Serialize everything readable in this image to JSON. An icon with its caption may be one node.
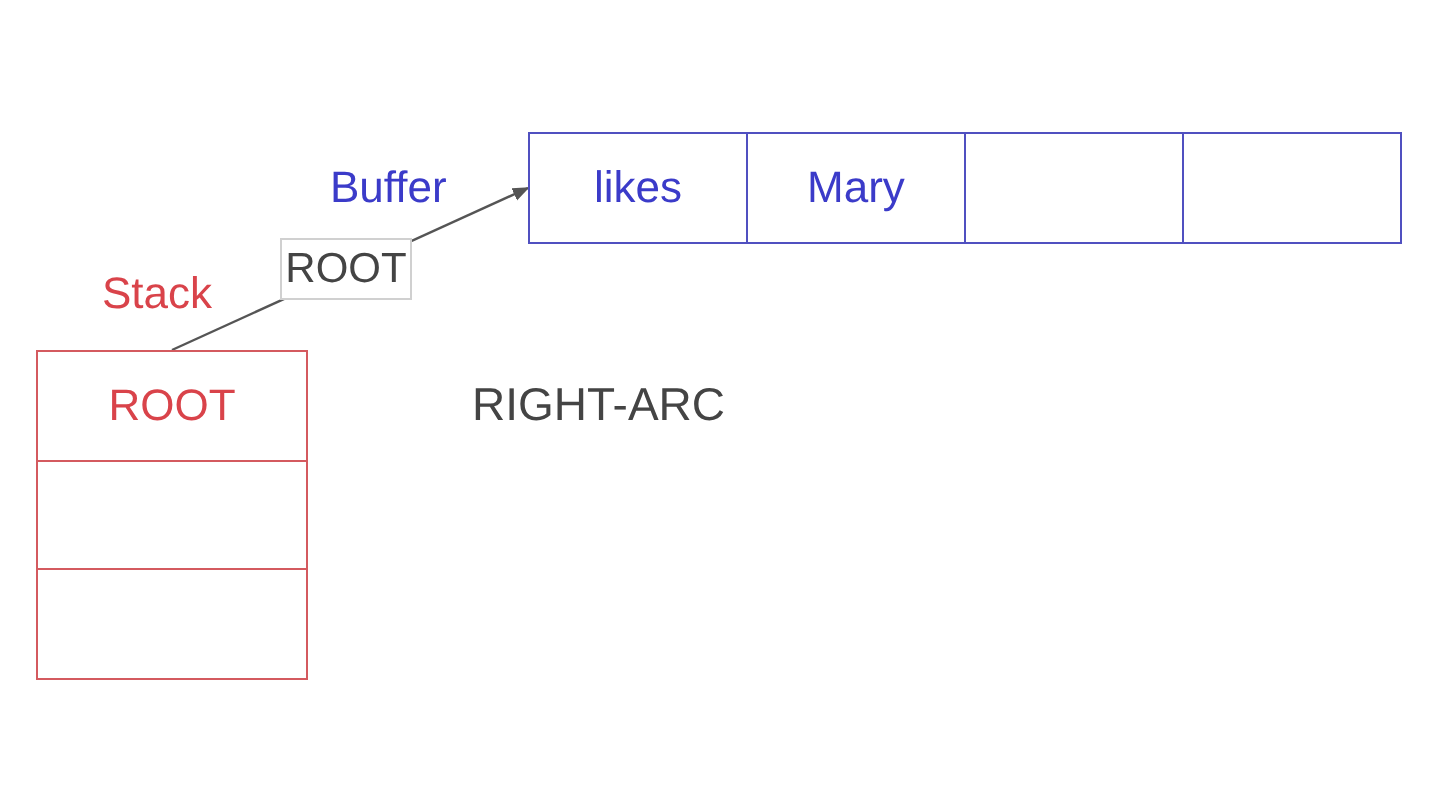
{
  "diagram": {
    "nodes": [
      {
        "text": [
          "Buffer"
        ]
      },
      {
        "text": [
          "likes"
        ],
        "in": 0
      },
      {
        "text": [
          "Mary"
        ],
        "in": 0
      },
      {
        "text": [],
        "shape": "box",
        "in": 0
      },
      {
        "text": [],
        "shape": "box",
        "in": 0
      },
      {
        "text": [
          "Stack"
        ]
      },
      {
        "text": [
          "ROOT"
        ],
        "in": 5
      },
      {
        "text": [],
        "shape": "box",
        "in": 5
      },
      {
        "text": [],
        "shape": "box",
        "in": 5
      }
    ],
    "edges": [
      {
        "from": 6,
        "to": 1,
        "arrow": "to",
        "label": "ROOT"
      }
    ],
    "labels": [
      "RIGHT-ARC"
    ]
  }
}
